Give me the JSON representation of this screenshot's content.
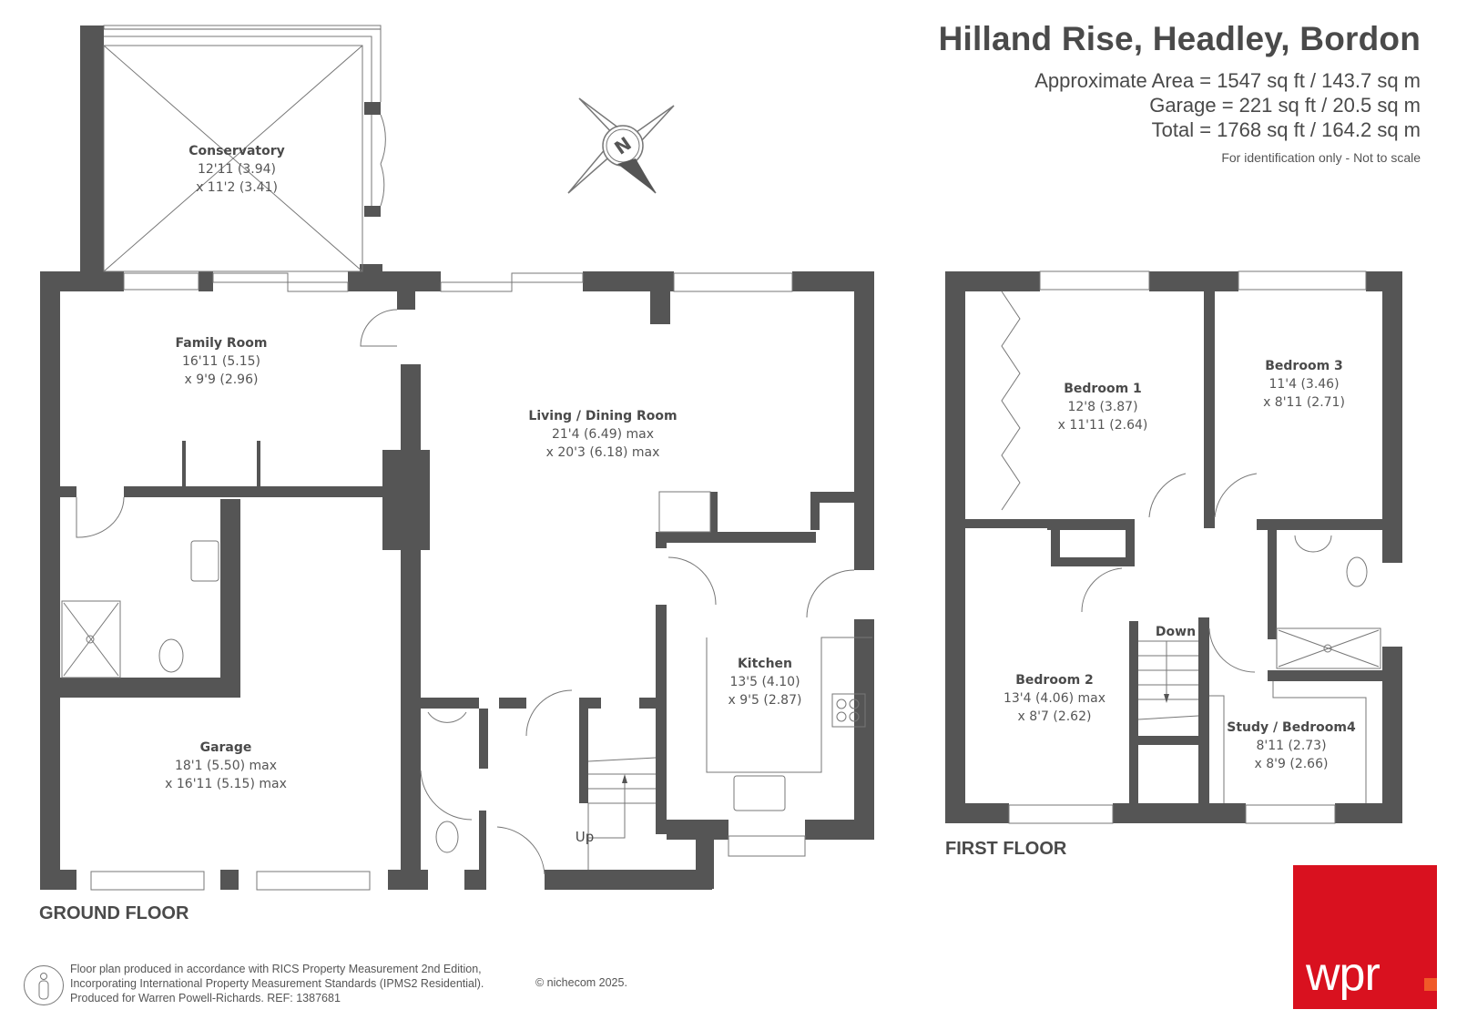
{
  "header": {
    "title": "Hilland Rise, Headley, Bordon",
    "approx_area": "Approximate Area = 1547 sq ft / 143.7 sq m",
    "garage_area": "Garage = 221 sq ft / 20.5 sq m",
    "total_area": "Total = 1768 sq ft / 164.2 sq m",
    "disclaimer": "For identification only - Not to scale"
  },
  "compass": {
    "label": "N",
    "icon": "compass-north-icon"
  },
  "ground_floor": {
    "label": "GROUND FLOOR",
    "stairs_label": "Up",
    "rooms": [
      {
        "name": "Conservatory",
        "dim1": "12'11 (3.94)",
        "dim2": "x 11'2 (3.41)"
      },
      {
        "name": "Family Room",
        "dim1": "16'11 (5.15)",
        "dim2": "x 9'9 (2.96)"
      },
      {
        "name": "Living / Dining Room",
        "dim1": "21'4 (6.49) max",
        "dim2": "x 20'3 (6.18) max"
      },
      {
        "name": "Garage",
        "dim1": "18'1 (5.50) max",
        "dim2": "x 16'11 (5.15) max"
      },
      {
        "name": "Kitchen",
        "dim1": "13'5 (4.10)",
        "dim2": "x 9'5 (2.87)"
      }
    ]
  },
  "first_floor": {
    "label": "FIRST FLOOR",
    "stairs_label": "Down",
    "rooms": [
      {
        "name": "Bedroom 1",
        "dim1": "12'8 (3.87)",
        "dim2": "x 11'11 (2.64)"
      },
      {
        "name": "Bedroom 3",
        "dim1": "11'4 (3.46)",
        "dim2": "x 8'11 (2.71)"
      },
      {
        "name": "Bedroom 2",
        "dim1": "13'4 (4.06) max",
        "dim2": "x 8'7 (2.62)"
      },
      {
        "name": "Study / Bedroom4",
        "dim1": "8'11 (2.73)",
        "dim2": "x 8'9 (2.66)"
      }
    ]
  },
  "footer": {
    "line1": "Floor plan produced in accordance with RICS Property Measurement 2nd Edition,",
    "line2": "Incorporating International Property Measurement Standards (IPMS2 Residential).",
    "line3": "Produced for Warren Powell-Richards.   REF: 1387681",
    "copyright": "© nichecom 2025."
  },
  "logo": {
    "text": "wpr",
    "bg_color": "#d9111f",
    "dot_color": "#f05a28"
  },
  "colors": {
    "wall": "#555555",
    "text": "#4a4a4a"
  }
}
